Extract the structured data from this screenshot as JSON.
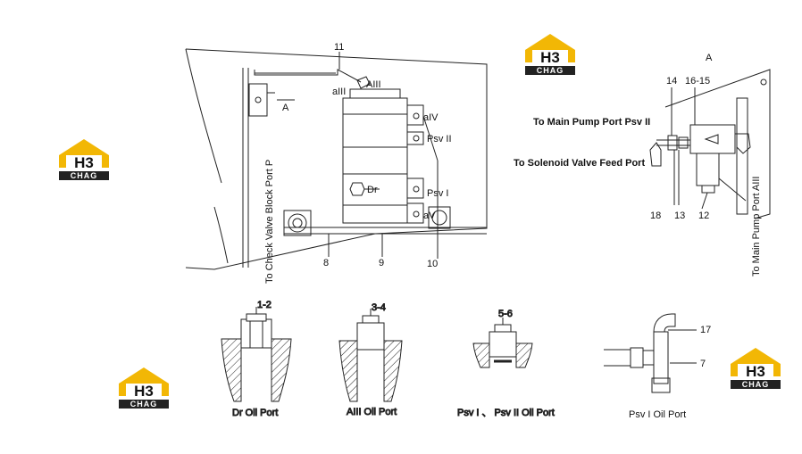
{
  "logo": {
    "letters": "H3",
    "brand": "CHAG",
    "color_yellow": "#F2B705",
    "color_dark": "#222222"
  },
  "view_a": {
    "title": "A"
  },
  "main_labels": {
    "n11": "11",
    "aiii_small": "aIII",
    "aiii_port": "AIII",
    "arrow_a": "A",
    "aiv": "aIV",
    "psv2": "Psv II",
    "dr": "Dr",
    "psv1": "Psv I",
    "av": "aV",
    "n8": "8",
    "n9": "9",
    "n10": "10",
    "check_valve": "To Check Valve Block Port P"
  },
  "detail_labels": {
    "n14": "14",
    "n16_15": "16-15",
    "pump_psv2": "To Main Pump Port Psv II",
    "solenoid_feed": "To Solenoid Valve Feed Port",
    "n18": "18",
    "n13": "13",
    "n12": "12",
    "pump_aiii": "To Main Pump Port AIII"
  },
  "ports": [
    {
      "num": "1-2",
      "caption": "Dr Oil Port"
    },
    {
      "num": "3-4",
      "caption": "AIII Oil Port"
    },
    {
      "num": "5-6",
      "caption": "Psv I 、 Psv II Oil Port"
    }
  ],
  "psv1_port": {
    "n17": "17",
    "n7": "7",
    "caption": "Psv I  Oil Port"
  }
}
